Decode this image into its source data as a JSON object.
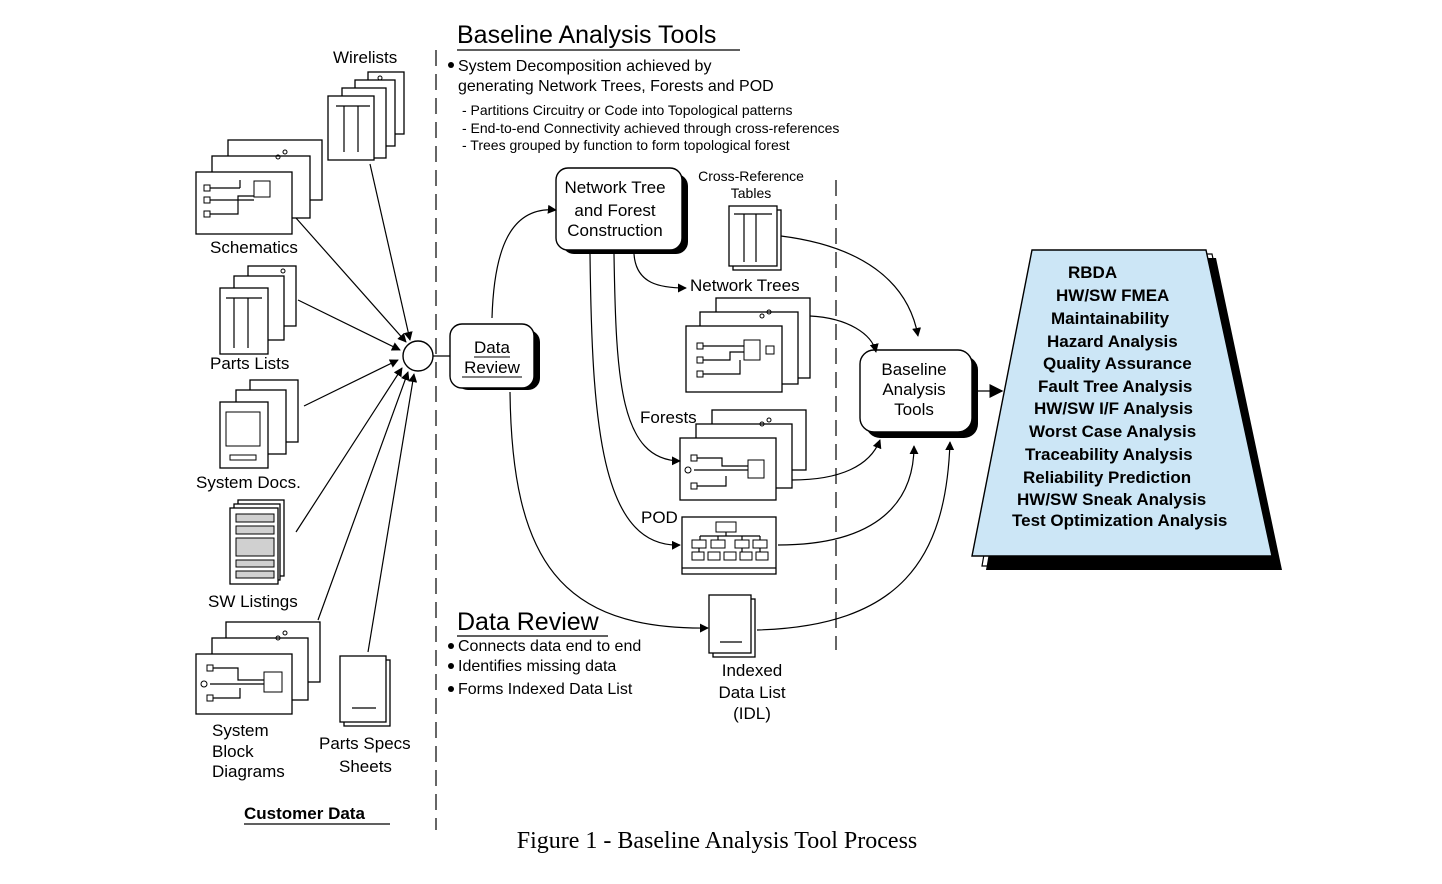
{
  "title": "Baseline Analysis Tools",
  "tools_bullets": {
    "main_line1": "System Decomposition achieved  by",
    "main_line2": "generating Network Trees, Forests and POD",
    "sub1": "- Partitions Circuitry or Code into Topological patterns",
    "sub2": "- End-to-end Connectivity achieved through cross-references",
    "sub3": "- Trees grouped by function to form topological forest"
  },
  "customer_data": {
    "heading": "Customer Data",
    "wirelists": "Wirelists",
    "schematics": "Schematics",
    "parts_lists": "Parts Lists",
    "system_docs": "System Docs.",
    "sw_listings": "SW Listings",
    "system_block_line1": "System",
    "system_block_line2": "Block",
    "system_block_line3": "Diagrams",
    "parts_specs_line1": "Parts Specs",
    "parts_specs_line2": "Sheets"
  },
  "nodes": {
    "data_review_line1": "Data",
    "data_review_line2": "Review",
    "ntfc_line1": "Network Tree",
    "ntfc_line2": "and Forest",
    "ntfc_line3": "Construction",
    "xref_line1": "Cross-Reference",
    "xref_line2": "Tables",
    "network_trees": "Network Trees",
    "forests": "Forests",
    "pod": "POD",
    "idl_line1": "Indexed",
    "idl_line2": "Data List",
    "idl_line3": "(IDL)",
    "bat_line1": "Baseline",
    "bat_line2": "Analysis",
    "bat_line3": "Tools"
  },
  "data_review_section": {
    "title": "Data Review",
    "bullet1": "Connects data end to end",
    "bullet2": "Identifies missing data",
    "bullet3": "Forms Indexed Data List"
  },
  "analyses": [
    "RBDA",
    "HW/SW FMEA",
    "Maintainability",
    "Hazard Analysis",
    "Quality Assurance",
    "Fault Tree Analysis",
    "HW/SW I/F Analysis",
    "Worst Case Analysis",
    "Traceability Analysis",
    "Reliability  Prediction",
    "HW/SW Sneak Analysis",
    "Test  Optimization  Analysis"
  ],
  "caption": "Figure 1 - Baseline Analysis Tool Process",
  "colors": {
    "analysis_panel_fill": "#cce6f6",
    "shadow": "#000000"
  }
}
